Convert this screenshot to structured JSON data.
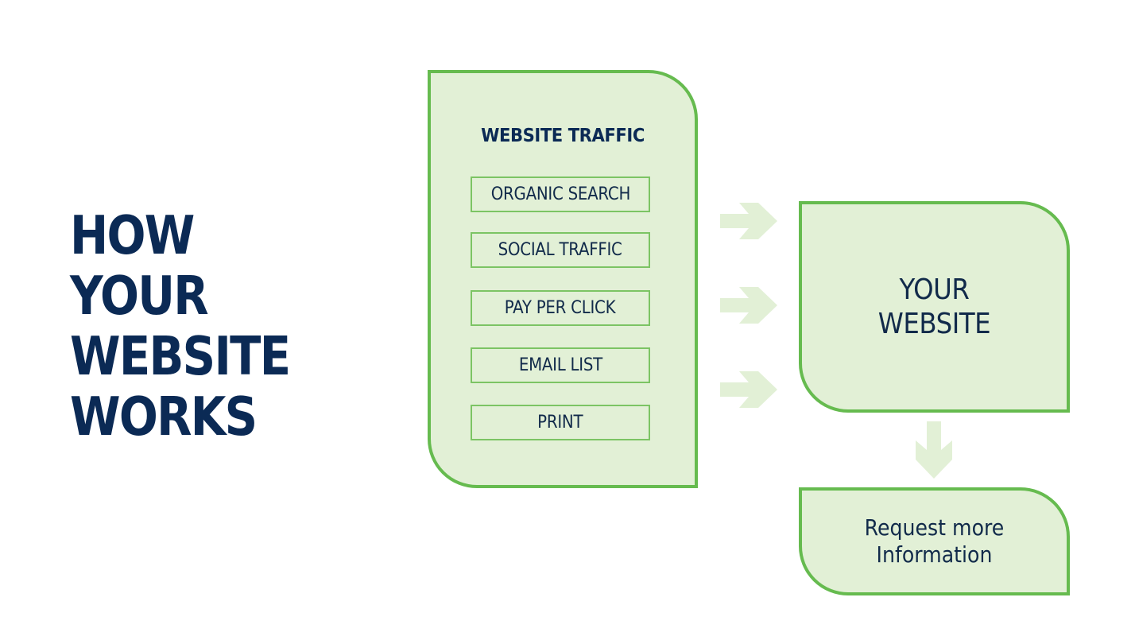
{
  "title": {
    "lines": [
      "HOW",
      "YOUR",
      "WEBSITE",
      "WORKS"
    ]
  },
  "traffic": {
    "heading": "WEBSITE TRAFFIC",
    "sources": [
      {
        "label": "ORGANIC SEARCH"
      },
      {
        "label": "SOCIAL TRAFFIC"
      },
      {
        "label": "PAY PER CLICK"
      },
      {
        "label": "EMAIL LIST"
      },
      {
        "label": "PRINT"
      }
    ]
  },
  "website": {
    "lines": [
      "YOUR",
      "WEBSITE"
    ]
  },
  "request": {
    "lines": [
      "Request more",
      "Information"
    ]
  },
  "colors": {
    "title": "#0b2a55",
    "panel_fill": "#e2f0d6",
    "panel_border": "#66bb4f",
    "arrow": "#e2f0d6"
  },
  "icons": {
    "right_arrow": "arrow-right-icon",
    "down_arrow": "arrow-down-icon"
  }
}
